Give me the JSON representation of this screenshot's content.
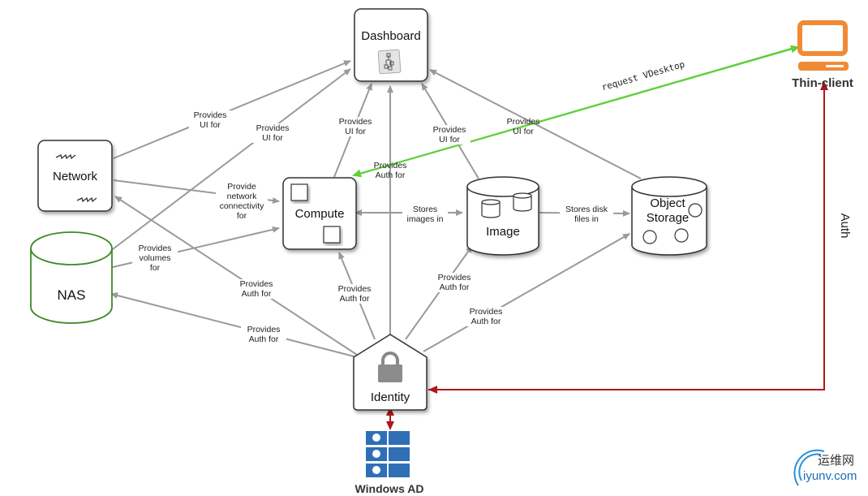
{
  "nodes": {
    "dashboard": "Dashboard",
    "network": "Network",
    "nas": "NAS",
    "compute": "Compute",
    "image": "Image",
    "object_storage_1": "Object",
    "object_storage_2": "Storage",
    "identity": "Identity",
    "thin_client": "Thin-client",
    "windows_ad": "Windows AD"
  },
  "edge_labels": {
    "network_ui": "Provides\nUI for",
    "nas_ui": "Provides\nUI for",
    "compute_ui": "Provides\nUI for",
    "image_ui": "Provides\nUI for",
    "objstore_ui": "Provides\nUI for",
    "dashboard_auth": "Provides\nAuth for",
    "network_conn": "Provide\nnetwork\nconnectivity\nfor",
    "stores_images": "Stores\nimages in",
    "stores_disk": "Stores disk\nfiles in",
    "volumes": "Provides\nvolumes\nfor",
    "network_auth": "Provides\nAuth for",
    "compute_auth": "Provides\nAuth for",
    "image_auth": "Provides\nAuth for",
    "objstore_auth": "Provides\nAuth for",
    "nas_auth": "Provides\nAuth for",
    "request_vdesktop": "request VDesktop",
    "auth": "Auth"
  },
  "watermark": {
    "cn": "运维网",
    "domain": "iyunv.com"
  },
  "colors": {
    "edge": "#9a9a9a",
    "green": "#5fcf3a",
    "red": "#b0161b",
    "orange": "#f08a34",
    "nas_green": "#3f8a2a",
    "ad_blue": "#2f6fb6"
  }
}
